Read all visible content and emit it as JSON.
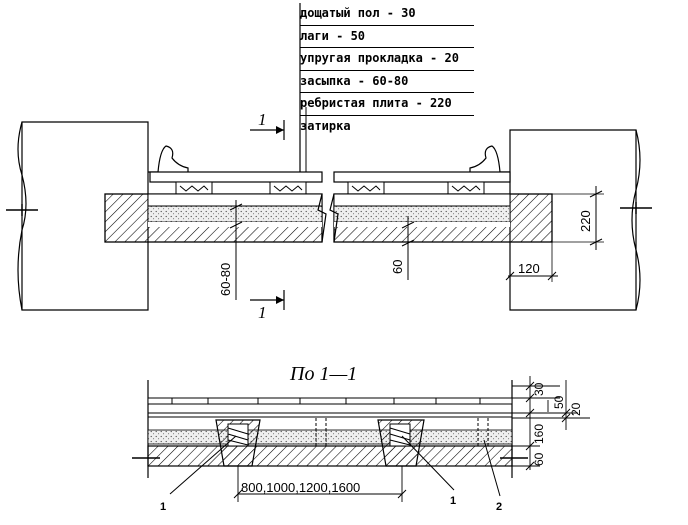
{
  "legend": [
    {
      "label": "дощатый пол - 30"
    },
    {
      "label": " лаги - 50"
    },
    {
      "label": "упругая прокладка - 20"
    },
    {
      "label": " засыпка - 60-80"
    },
    {
      "label": "ребристая плита - 220"
    },
    {
      "label": " затирка"
    }
  ],
  "plan": {
    "section_mark_top": "1",
    "section_mark_bottom": "1",
    "dim_60_80": "60-80",
    "dim_60": "60",
    "dim_220": "220",
    "dim_120": "120"
  },
  "section": {
    "title": "По  1—1",
    "dim_30": "30",
    "dim_50": "50",
    "dim_20": "20",
    "dim_160": "160",
    "dim_60": "60",
    "span_label": "800,1000,1200,1600",
    "callout_1a": "1",
    "callout_1b": "1",
    "callout_2": "2"
  },
  "colors": {
    "line": "#000000",
    "fill_fill": "#e6e6e6"
  }
}
